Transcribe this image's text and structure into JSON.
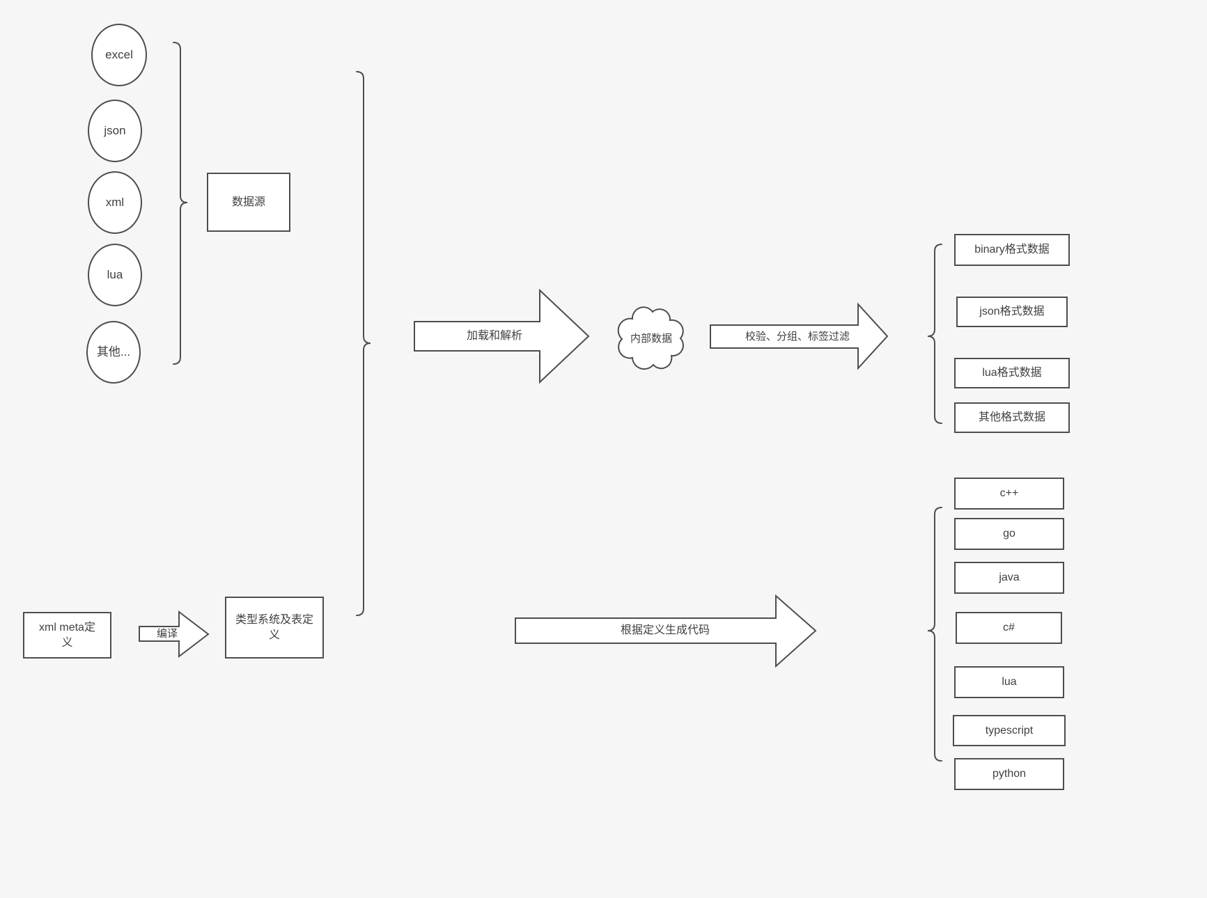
{
  "diagram": {
    "sources": [
      {
        "label": "excel"
      },
      {
        "label": "json"
      },
      {
        "label": "xml"
      },
      {
        "label": "lua"
      },
      {
        "label": "其他..."
      }
    ],
    "source_group": {
      "label": "数据源"
    },
    "pipeline": {
      "load_arrow_label": "加载和解析",
      "internal_data_label": "内部数据",
      "filter_arrow_label": "校验、分组、标签过滤"
    },
    "output_formats": [
      {
        "label": "binary格式数据"
      },
      {
        "label": "json格式数据"
      },
      {
        "label": "lua格式数据"
      },
      {
        "label": "其他格式数据"
      }
    ],
    "definition": {
      "xml_meta_label": "xml meta定义",
      "compile_arrow_label": "编译",
      "type_system_label": "类型系统及表定义",
      "codegen_arrow_label": "根据定义生成代码"
    },
    "languages": [
      {
        "label": "c++"
      },
      {
        "label": "go"
      },
      {
        "label": "java"
      },
      {
        "label": "c#"
      },
      {
        "label": "lua"
      },
      {
        "label": "typescript"
      },
      {
        "label": "python"
      }
    ],
    "colors": {
      "background": "#f6f6f6",
      "shape_fill": "#ffffff",
      "stroke": "#4d4d4d",
      "text": "#3f3f3f"
    }
  }
}
